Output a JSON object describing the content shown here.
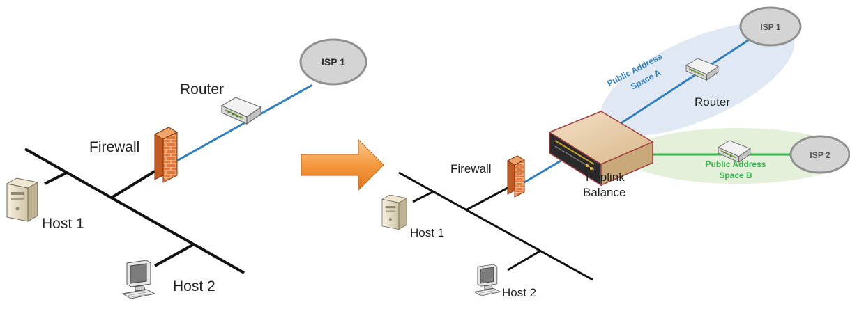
{
  "colors": {
    "wan_link_a": "#2f7fc1",
    "wan_link_b": "#3ab54a",
    "arrow": "#f08a2c",
    "isp_cloud": "#d4d4d4",
    "space_a_fill": "#dce6f2",
    "space_b_fill": "#e3efd8"
  },
  "left": {
    "isp": "ISP 1",
    "router": "Router",
    "firewall": "Firewall",
    "host1": "Host 1",
    "host2": "Host 2"
  },
  "transition": {
    "icon": "right-arrow-icon"
  },
  "right": {
    "isp1": "ISP 1",
    "isp2": "ISP 2",
    "space_a": [
      "Public Address",
      "Space A"
    ],
    "space_b": [
      "Public Address",
      "Space B"
    ],
    "router": "Router",
    "firewall": "Firewall",
    "balancer": [
      "Peplink",
      "Balance"
    ],
    "host1": "Host 1",
    "host2": "Host 2"
  }
}
